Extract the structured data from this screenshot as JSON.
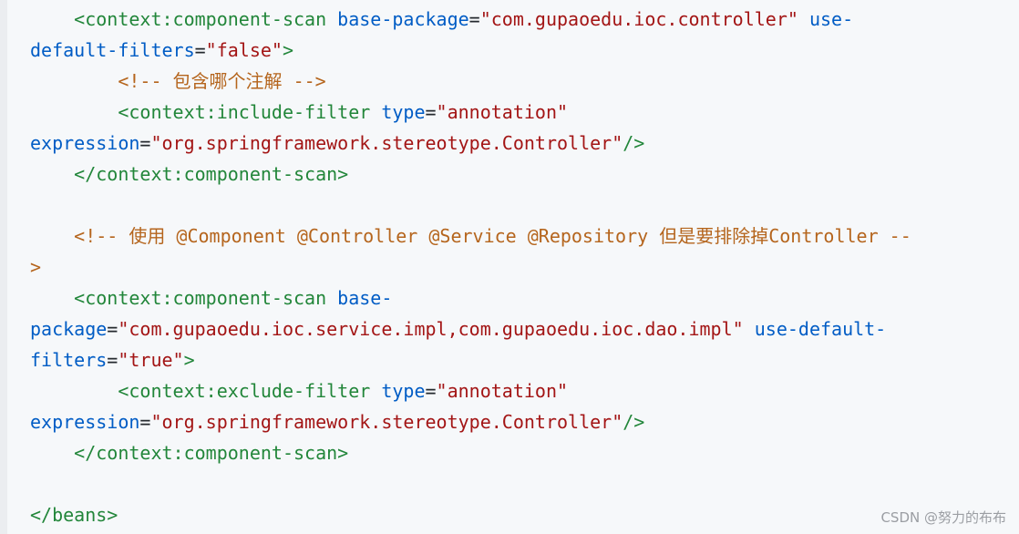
{
  "code": {
    "lines": [
      [
        {
          "t": "    ",
          "c": "eq"
        },
        {
          "t": "<context:component-scan",
          "c": "tag"
        },
        {
          "t": " ",
          "c": "eq"
        },
        {
          "t": "base-package",
          "c": "attr"
        },
        {
          "t": "=",
          "c": "eq"
        },
        {
          "t": "\"com.gupaoedu.ioc.controller\"",
          "c": "str"
        },
        {
          "t": " ",
          "c": "eq"
        },
        {
          "t": "use-",
          "c": "attr"
        }
      ],
      [
        {
          "t": "default-filters",
          "c": "attr"
        },
        {
          "t": "=",
          "c": "eq"
        },
        {
          "t": "\"false\"",
          "c": "str"
        },
        {
          "t": ">",
          "c": "tag"
        }
      ],
      [
        {
          "t": "        ",
          "c": "eq"
        },
        {
          "t": "<!-- 包含哪个注解 -->",
          "c": "cmt"
        }
      ],
      [
        {
          "t": "        ",
          "c": "eq"
        },
        {
          "t": "<context:include-filter",
          "c": "tag"
        },
        {
          "t": " ",
          "c": "eq"
        },
        {
          "t": "type",
          "c": "attr"
        },
        {
          "t": "=",
          "c": "eq"
        },
        {
          "t": "\"annotation\"",
          "c": "str"
        }
      ],
      [
        {
          "t": "expression",
          "c": "attr"
        },
        {
          "t": "=",
          "c": "eq"
        },
        {
          "t": "\"org.springframework.stereotype.Controller\"",
          "c": "str"
        },
        {
          "t": "/>",
          "c": "tag"
        }
      ],
      [
        {
          "t": "    ",
          "c": "eq"
        },
        {
          "t": "</context:component-scan>",
          "c": "tag"
        }
      ],
      [],
      [
        {
          "t": "    ",
          "c": "eq"
        },
        {
          "t": "<!-- 使用 @Component @Controller @Service @Repository 但是要排除掉Controller --",
          "c": "cmt"
        }
      ],
      [
        {
          "t": ">",
          "c": "cmt"
        }
      ],
      [
        {
          "t": "    ",
          "c": "eq"
        },
        {
          "t": "<context:component-scan",
          "c": "tag"
        },
        {
          "t": " ",
          "c": "eq"
        },
        {
          "t": "base-",
          "c": "attr"
        }
      ],
      [
        {
          "t": "package",
          "c": "attr"
        },
        {
          "t": "=",
          "c": "eq"
        },
        {
          "t": "\"com.gupaoedu.ioc.service.impl,com.gupaoedu.ioc.dao.impl\"",
          "c": "str"
        },
        {
          "t": " ",
          "c": "eq"
        },
        {
          "t": "use-default-",
          "c": "attr"
        }
      ],
      [
        {
          "t": "filters",
          "c": "attr"
        },
        {
          "t": "=",
          "c": "eq"
        },
        {
          "t": "\"true\"",
          "c": "str"
        },
        {
          "t": ">",
          "c": "tag"
        }
      ],
      [
        {
          "t": "        ",
          "c": "eq"
        },
        {
          "t": "<context:exclude-filter",
          "c": "tag"
        },
        {
          "t": " ",
          "c": "eq"
        },
        {
          "t": "type",
          "c": "attr"
        },
        {
          "t": "=",
          "c": "eq"
        },
        {
          "t": "\"annotation\"",
          "c": "str"
        }
      ],
      [
        {
          "t": "expression",
          "c": "attr"
        },
        {
          "t": "=",
          "c": "eq"
        },
        {
          "t": "\"org.springframework.stereotype.Controller\"",
          "c": "str"
        },
        {
          "t": "/>",
          "c": "tag"
        }
      ],
      [
        {
          "t": "    ",
          "c": "eq"
        },
        {
          "t": "</context:component-scan>",
          "c": "tag"
        }
      ],
      [],
      [
        {
          "t": "</beans>",
          "c": "tag"
        }
      ]
    ]
  },
  "watermark": "CSDN @努力的布布",
  "colors": {
    "tag": "#22863a",
    "attribute": "#005cc5",
    "string": "#a31515",
    "comment": "#b5651d",
    "background": "#f6f8fa"
  }
}
